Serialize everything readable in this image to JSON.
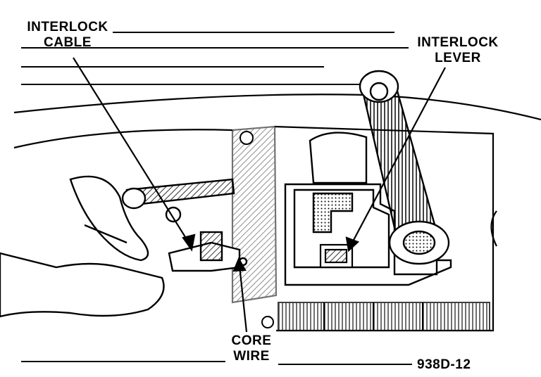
{
  "labels": {
    "interlock_cable": {
      "line1": "INTERLOCK",
      "line2": "CABLE"
    },
    "interlock_lever": {
      "line1": "INTERLOCK",
      "line2": "LEVER"
    },
    "core_wire": {
      "line1": "CORE",
      "line2": "WIRE"
    }
  },
  "figure_id": "938D-12",
  "colors": {
    "ink": "#000000",
    "paper": "#ffffff"
  }
}
